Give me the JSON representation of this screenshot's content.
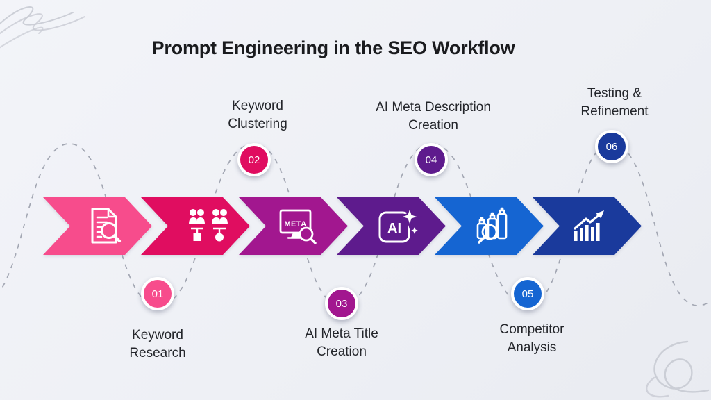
{
  "title": "Prompt Engineering in the SEO Workflow",
  "colors": {
    "background": "#EFF1F6",
    "dashed_line": "#A3A7B3",
    "title_text": "#1A1B1E",
    "label_text": "#24262B",
    "icon_stroke": "#FFFFFF"
  },
  "steps": [
    {
      "number": "01",
      "label": "Keyword Research",
      "color": "#F74C8C",
      "icon": "document-search-icon",
      "position": "below"
    },
    {
      "number": "02",
      "label": "Keyword Clustering",
      "color": "#E00D60",
      "icon": "keyword-clustering-icon",
      "position": "above"
    },
    {
      "number": "03",
      "label": "AI Meta Title Creation",
      "color": "#A2178F",
      "icon": "meta-monitor-search-icon",
      "position": "below"
    },
    {
      "number": "04",
      "label": "AI Meta Description Creation",
      "color": "#5E1B8D",
      "icon": "ai-sparkle-icon",
      "position": "above"
    },
    {
      "number": "05",
      "label": "Competitor Analysis",
      "color": "#1565D2",
      "icon": "products-magnifier-icon",
      "position": "below"
    },
    {
      "number": "06",
      "label": "Testing & Refinement",
      "color": "#1A3A9C",
      "icon": "growth-chart-icon",
      "position": "above"
    }
  ],
  "icon_texts": {
    "meta": "META",
    "ai": "AI"
  }
}
